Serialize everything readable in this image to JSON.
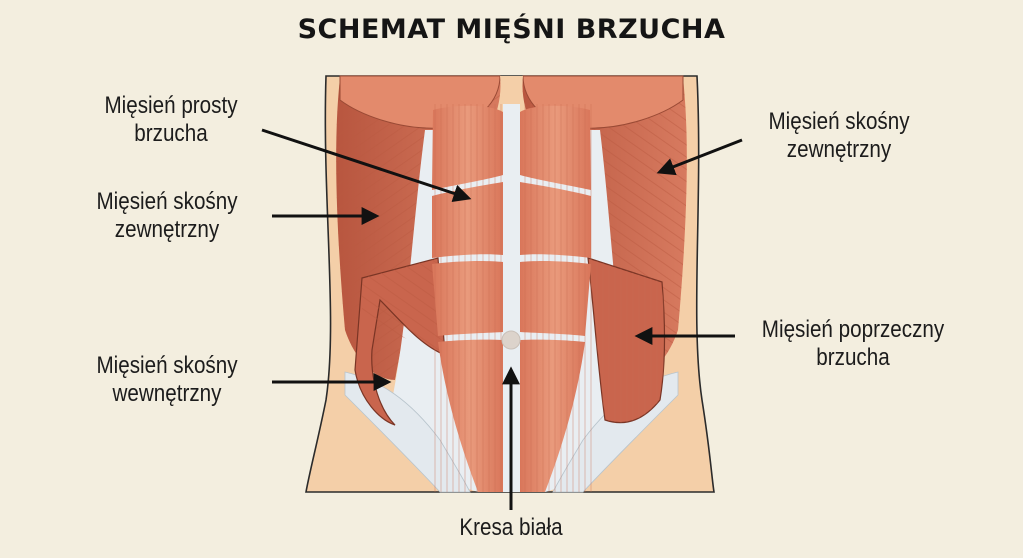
{
  "title": "SCHEMAT MIĘŚNI BRZUCHA",
  "colors": {
    "background": "#f3eedf",
    "skin": "#f4cfa8",
    "muscle": "#e2876a",
    "muscle_dark": "#c9654d",
    "tendon": "#e9eef2",
    "outline": "#2b2b2b",
    "arrow": "#111111"
  },
  "labels": {
    "rectus": {
      "line1": "Mięsień prosty",
      "line2": "brzucha"
    },
    "external_oblique_left": {
      "line1": "Mięsień skośny",
      "line2": "zewnętrzny"
    },
    "internal_oblique": {
      "line1": "Mięsień skośny",
      "line2": "wewnętrzny"
    },
    "external_oblique_right": {
      "line1": "Mięsień skośny",
      "line2": "zewnętrzny"
    },
    "transverse": {
      "line1": "Mięsień poprzeczny",
      "line2": "brzucha"
    },
    "linea_alba": {
      "line1": "Kresa biała"
    }
  }
}
